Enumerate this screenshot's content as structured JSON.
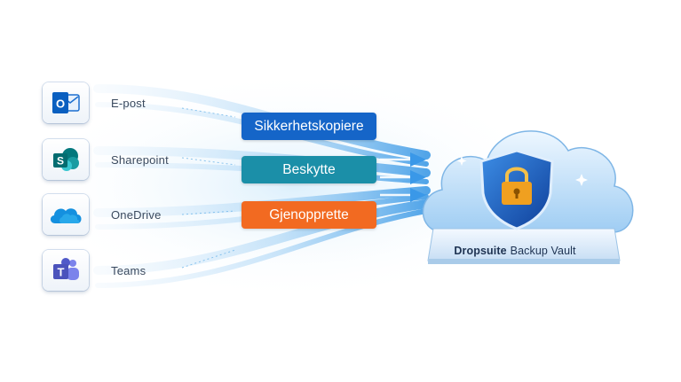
{
  "sources": [
    {
      "label": "E-post",
      "icon": "outlook-icon"
    },
    {
      "label": "Sharepoint",
      "icon": "sharepoint-icon"
    },
    {
      "label": "OneDrive",
      "icon": "onedrive-icon"
    },
    {
      "label": "Teams",
      "icon": "teams-icon"
    }
  ],
  "actions": [
    {
      "label": "Sikkerhetskopiere",
      "color": "#1565c8"
    },
    {
      "label": "Beskytte",
      "color": "#1b8fa8"
    },
    {
      "label": "Gjenopprette",
      "color": "#f26a21"
    }
  ],
  "vault": {
    "brand": "Dropsuite",
    "name": "Backup Vault"
  },
  "colors": {
    "flow": "#5aaeea",
    "shield": "#1a5ec0",
    "lock": "#f0a020"
  }
}
